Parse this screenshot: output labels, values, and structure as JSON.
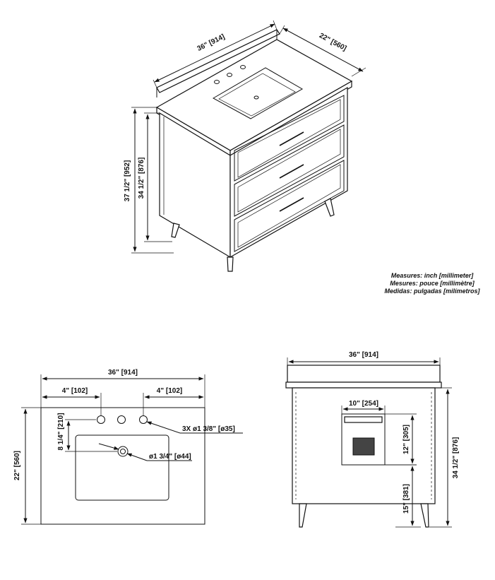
{
  "iso": {
    "width": "36\" [914]",
    "depth": "22\" [560]",
    "height_total": "37 1/2\" [952]",
    "height_body": "34 1/2\" [876]"
  },
  "legend": [
    "Measures: inch [millimeter]",
    "Mesures: pouce [millimètre]",
    "Medidas: pulgadas [milímetros]"
  ],
  "top_view": {
    "width": "36\" [914]",
    "left_offset": "4\" [102]",
    "right_offset": "4\" [102]",
    "depth": "22\" [560]",
    "faucet_to_bowl": "8 1/4\" [210]",
    "faucet_holes": "3X ø1 3/8\" [ø35]",
    "drain": "ø1 3/4\" [ø44]"
  },
  "back_view": {
    "width": "36\" [914]",
    "opening_width": "10\" [254]",
    "opening_height": "12\" [305]",
    "floor_clearance": "15\" [381]",
    "height": "34 1/2\" [876]"
  }
}
